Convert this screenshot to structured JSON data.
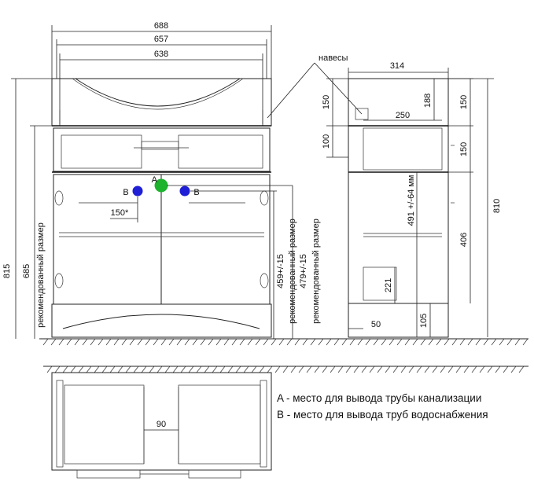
{
  "front": {
    "width_total": "688",
    "width_657": "657",
    "width_638": "638",
    "height_815": "815",
    "height_685": "685",
    "recommended_left": "рекомендованный размер",
    "height_459": "459+/-15",
    "recommended_mid": "рекомендованный размер",
    "height_479": "479+/-15",
    "recommended_right": "рекомендованный размер",
    "offset_150": "150*",
    "label_a": "A",
    "label_b_left": "B",
    "label_b_right": "B"
  },
  "side": {
    "hinges_label": "навесы",
    "depth_314": "314",
    "dim_150_top": "150",
    "dim_100": "100",
    "dim_188": "188",
    "dim_250": "250",
    "dim_491": "491 +/-64 мм",
    "dim_221": "221",
    "dim_50": "50",
    "dim_105": "105",
    "dim_150_right_top": "150",
    "dim_150_right_mid": "150",
    "dim_406": "406",
    "dim_810": "810"
  },
  "plan": {
    "dim_90": "90"
  },
  "legend": {
    "a": "A - место для вывода трубы канализации",
    "b": "B - место для вывода труб водоснабжения"
  },
  "colors": {
    "sewer_marker": "#1db32d",
    "water_marker": "#1f1fd6"
  }
}
